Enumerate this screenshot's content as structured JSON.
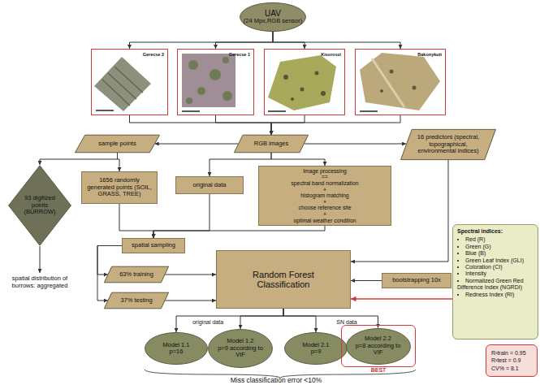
{
  "diagram": {
    "nodes": [
      {
        "text": [
          "UAV",
          "(24 Mpx,RGB sensor)"
        ]
      },
      {
        "text": [
          "Gerecse 2"
        ]
      },
      {
        "text": [
          "Gerecse 1"
        ]
      },
      {
        "text": [
          "Kisoroszi"
        ]
      },
      {
        "text": [
          "Bakonykuti"
        ]
      },
      {
        "text": [
          "sample points"
        ]
      },
      {
        "text": [
          "RGB images"
        ]
      },
      {
        "text": [
          "16 predictors (spectral, topographical, environmental indices)"
        ]
      },
      {
        "text": [
          "93 digitized points (BURROW)"
        ]
      },
      {
        "text": [
          "1656 randomly generated points (SOIL, GRASS, TREE)"
        ]
      },
      {
        "text": [
          "original data"
        ]
      },
      {
        "text": [
          "Image processing",
          "==",
          "spectral band normalization",
          "+",
          "histogram matching",
          "+",
          "choose reference site",
          "+",
          "optimal weather condition"
        ]
      },
      {
        "text": [
          "spatial sampling"
        ]
      },
      {
        "text": [
          "63% training"
        ]
      },
      {
        "text": [
          "37% testing"
        ]
      },
      {
        "text": [
          "Random Forest Classification"
        ]
      },
      {
        "text": [
          "bootstrapping 10x"
        ]
      },
      {
        "text": [
          "Spectral indices:",
          "Red (R)",
          "Green (G)",
          "Blue (B)",
          "Green Leaf Index (GLI)",
          "Coloration (CI)",
          "Intensity",
          "Normalized Green Red Difference Index (NGRDI)",
          "Redness Index (RI)"
        ]
      },
      {
        "text": [
          "R²train = 0.95",
          "R²test = 0.9",
          "CV% = 8.1"
        ]
      },
      {
        "text": [
          "Model 1.1",
          "p=16"
        ]
      },
      {
        "text": [
          "Model 1.2",
          "p=9 according to VIF"
        ]
      },
      {
        "text": [
          "Model 2.1",
          "p=9"
        ]
      },
      {
        "text": [
          "BEST"
        ]
      },
      {
        "text": [
          "Model 2.2",
          "p=8 according to VIF"
        ],
        "in": 22
      }
    ],
    "edges": [
      {
        "from": 0,
        "to": 1,
        "arrow": "to"
      },
      {
        "from": 0,
        "to": 2,
        "arrow": "to"
      },
      {
        "from": 0,
        "to": 3,
        "arrow": "to"
      },
      {
        "from": 0,
        "to": 4,
        "arrow": "to"
      },
      {
        "from": 1,
        "to": 6,
        "arrow": "to"
      },
      {
        "from": 2,
        "to": 6,
        "arrow": "to"
      },
      {
        "from": 3,
        "to": 6,
        "arrow": "to"
      },
      {
        "from": 4,
        "to": 6,
        "arrow": "to"
      },
      {
        "from": 6,
        "to": 5,
        "arrow": "to"
      },
      {
        "from": 6,
        "to": 7,
        "arrow": "to"
      },
      {
        "from": 6,
        "to": 10,
        "arrow": "to"
      },
      {
        "from": 6,
        "to": 11,
        "arrow": "to"
      },
      {
        "from": 5,
        "to": 8,
        "arrow": "to"
      },
      {
        "from": 5,
        "to": 9,
        "arrow": "to"
      },
      {
        "from": 9,
        "to": 12,
        "arrow": "to"
      },
      {
        "from": 10,
        "to": 12,
        "arrow": "to"
      },
      {
        "from": 11,
        "to": 12,
        "arrow": "to"
      },
      {
        "from": 12,
        "to": 13,
        "arrow": "to"
      },
      {
        "from": 12,
        "to": 14,
        "arrow": "to"
      },
      {
        "from": 13,
        "to": 15,
        "arrow": "to"
      },
      {
        "from": 14,
        "to": 15,
        "arrow": "to"
      },
      {
        "from": 7,
        "to": 15,
        "arrow": "to"
      },
      {
        "from": 16,
        "to": 15,
        "arrow": "to"
      },
      {
        "from": 17,
        "to": 15,
        "arrow": "to"
      },
      {
        "from": 15,
        "to": 19,
        "arrow": "to"
      },
      {
        "from": 15,
        "to": 20,
        "arrow": "to"
      },
      {
        "from": 15,
        "to": 21,
        "arrow": "to"
      },
      {
        "from": 15,
        "to": 23,
        "arrow": "to"
      }
    ],
    "labels": [
      "spatial distribution of burrows: aggregated",
      "original data",
      "SN data",
      "Miss classification error <10%"
    ]
  }
}
